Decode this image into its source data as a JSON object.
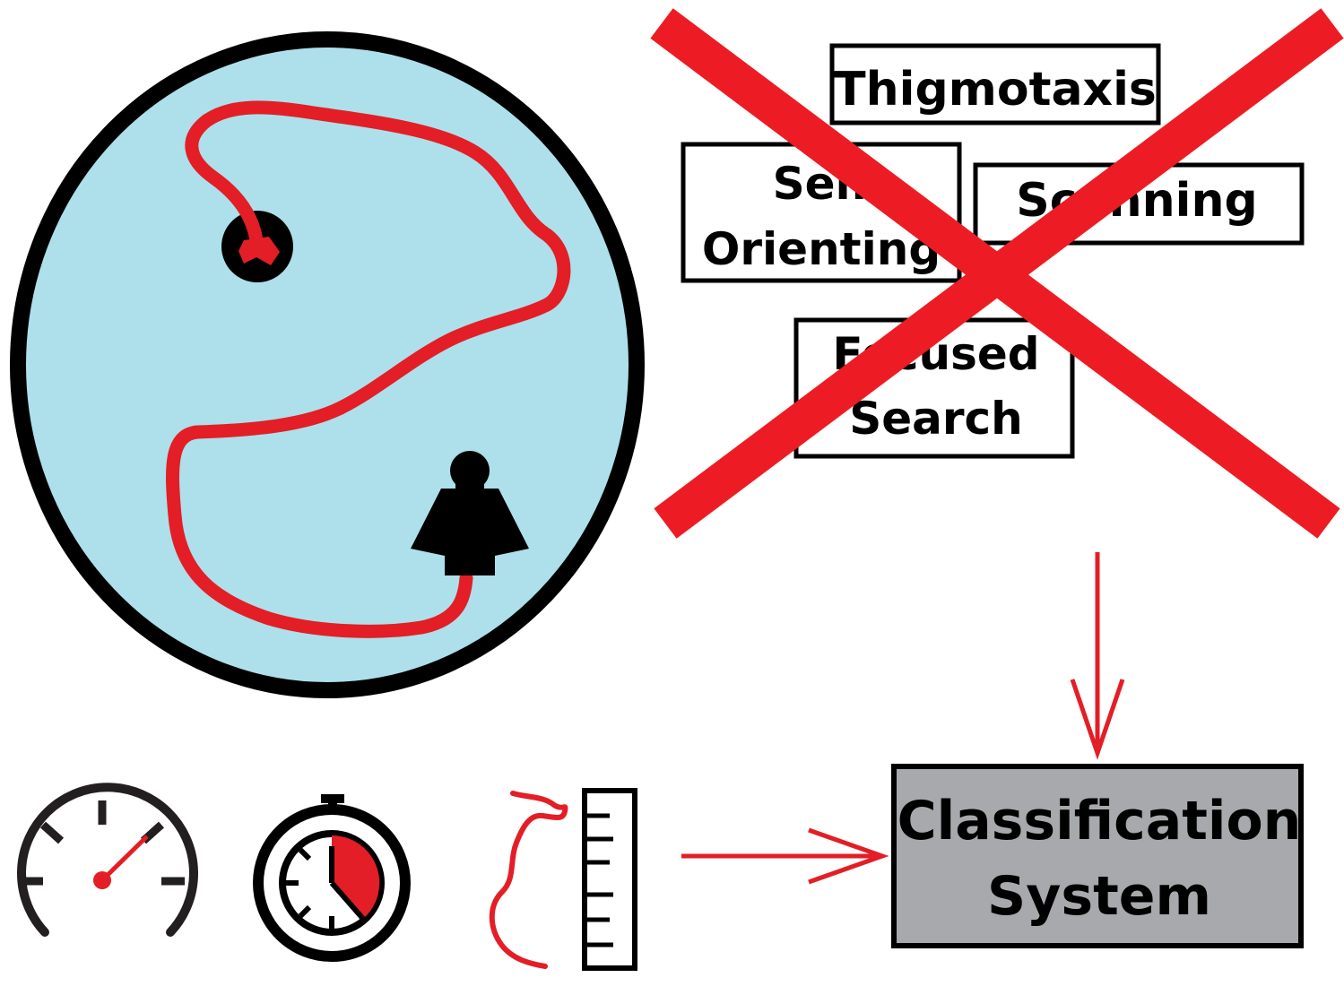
{
  "strategy_labels": {
    "thigmotaxis": "Thigmotaxis",
    "self_orienting_line1": "Self",
    "self_orienting_line2": "Orienting",
    "scanning": "Scanning",
    "focused_search_line1": "Focused",
    "focused_search_line2": "Search"
  },
  "classification_system": {
    "line1": "Classification",
    "line2": "System"
  },
  "colors": {
    "pool_water": "#ADE0EB",
    "path_red": "#E31E26",
    "cross_red": "#ED1C24",
    "box_grey": "#A7A9AC",
    "ink": "#000000"
  },
  "icons": {
    "speed": "speedometer-icon",
    "time": "stopwatch-icon",
    "distance": "path-length-ruler-icon"
  }
}
